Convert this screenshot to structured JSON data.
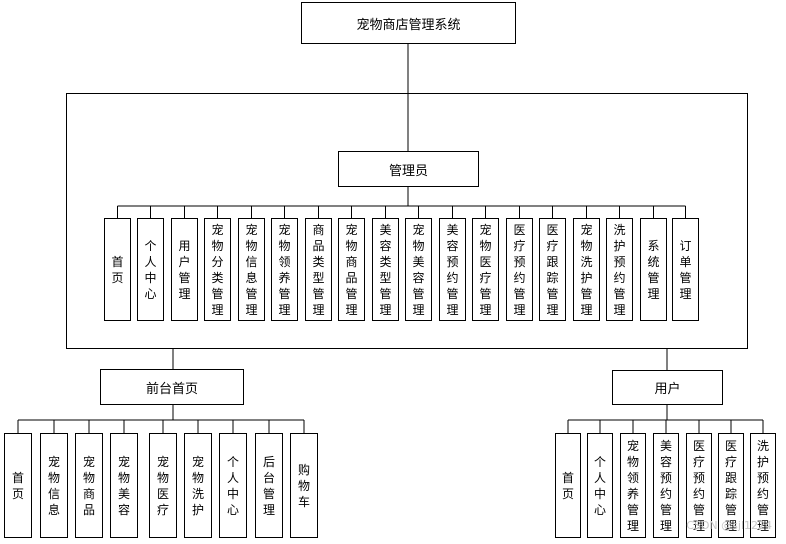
{
  "root": "宠物商店管理系统",
  "admin": {
    "title": "管理员",
    "modules": [
      "首页",
      "个人中心",
      "用户管理",
      "宠物分类管理",
      "宠物信息管理",
      "宠物领养管理",
      "商品类型管理",
      "宠物商品管理",
      "美容类型管理",
      "宠物美容管理",
      "美容预约管理",
      "宠物医疗管理",
      "医疗预约管理",
      "医疗跟踪管理",
      "宠物洗护管理",
      "洗护预约管理",
      "系统管理",
      "订单管理"
    ]
  },
  "front": {
    "title": "前台首页",
    "modules": [
      "首页",
      "宠物信息",
      "宠物商品",
      "宠物美容",
      "宠物医疗",
      "宠物洗护",
      "个人中心",
      "后台管理",
      "购物车"
    ]
  },
  "user": {
    "title": "用户",
    "modules": [
      "首页",
      "个人中心",
      "宠物领养管理",
      "美容预约管理",
      "医疗预约管理",
      "医疗跟踪管理",
      "洗护预约管理"
    ]
  },
  "watermark": "CSDN @sjl1224"
}
